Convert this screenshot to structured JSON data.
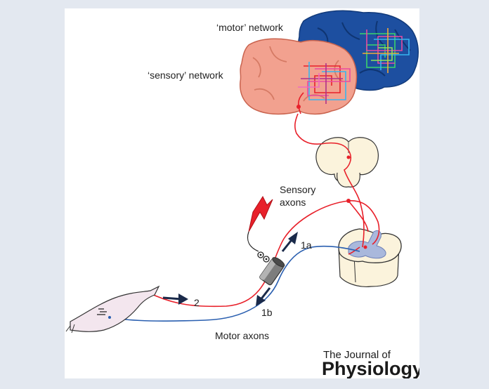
{
  "labels": {
    "motor_network": "‘motor’ network",
    "sensory_network": "‘sensory’ network",
    "sensory_axons_line1": "Sensory",
    "sensory_axons_line2": "axons",
    "motor_axons": "Motor axons",
    "arrow_1a": "1a",
    "arrow_1b": "1b",
    "arrow_2": "2"
  },
  "logo": {
    "line1": "The Journal of",
    "line2": "Physiology"
  },
  "colors": {
    "sensory": "#e8202a",
    "motor": "#2a5fb0",
    "motor_brain": "#1d4fa0",
    "sensory_brain": "#f2a18f",
    "cord": "#fbf3dc",
    "grey_matter": "#a9b8dc",
    "arrow": "#1a2a4a"
  }
}
